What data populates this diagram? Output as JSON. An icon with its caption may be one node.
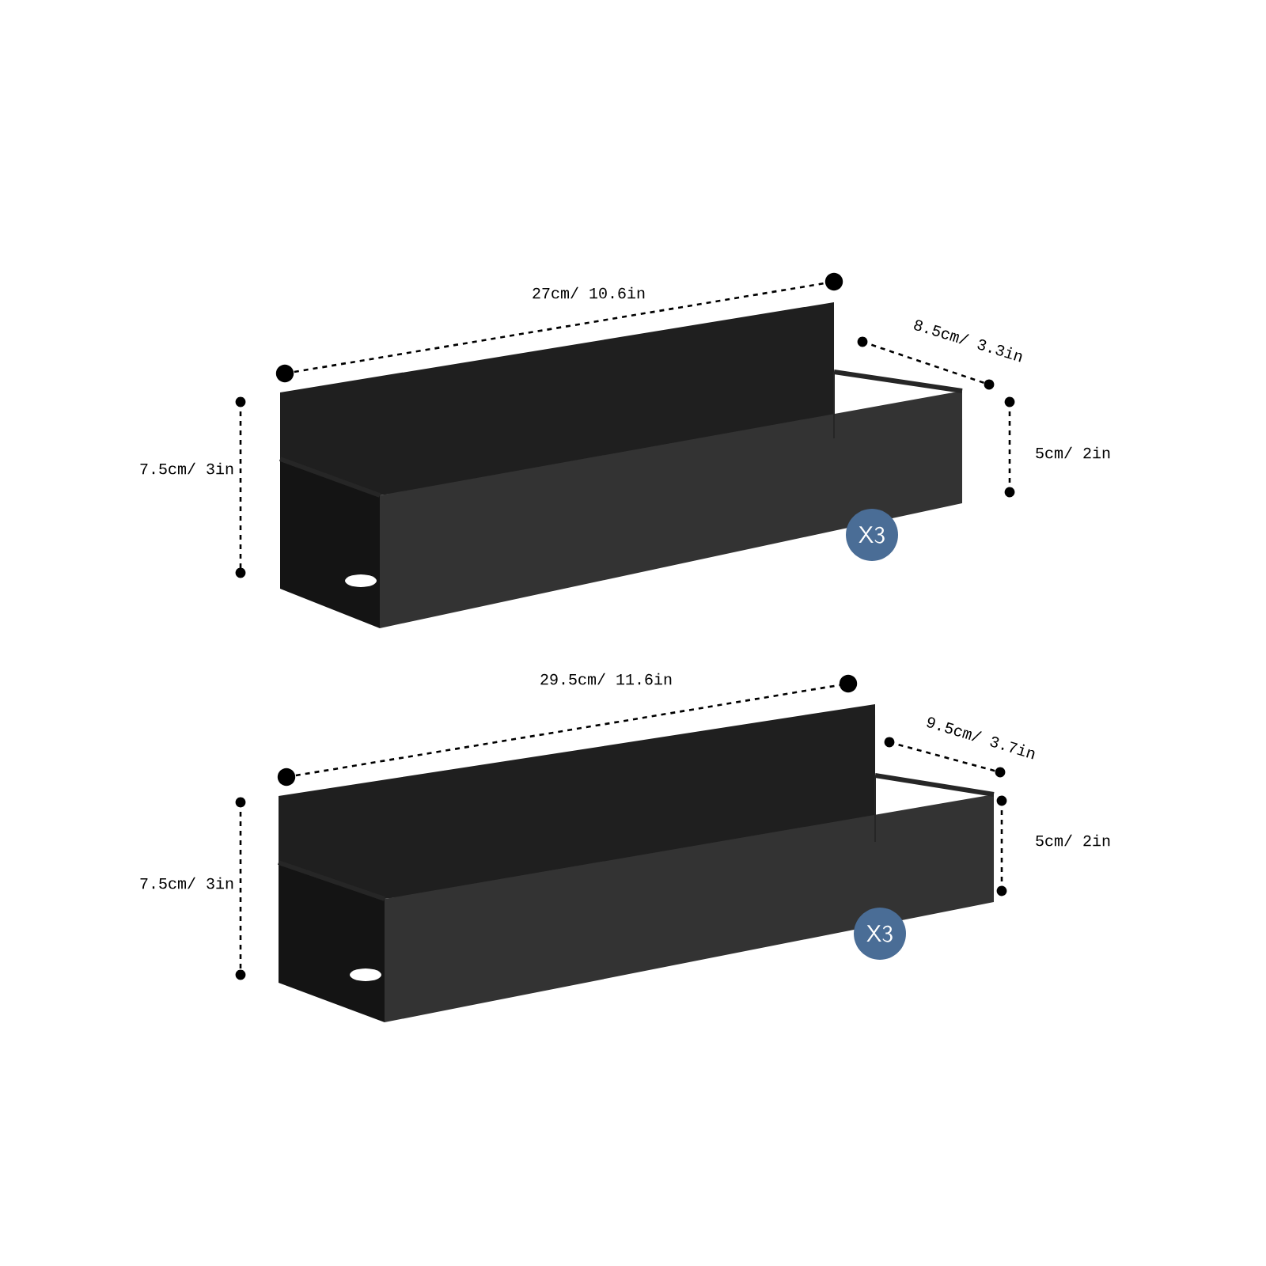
{
  "diagram": {
    "nodes": [
      {
        "text": [
          "X3"
        ]
      },
      {
        "text": [
          "X3"
        ]
      }
    ],
    "labels": [
      "27cm/ 10.6in",
      "8.5cm/ 3.3in",
      "7.5cm/ 3in",
      "5cm/ 2in",
      "29.5cm/ 11.6in",
      "9.5cm/ 3.7in",
      "7.5cm/ 3in",
      "5cm/ 2in"
    ]
  }
}
